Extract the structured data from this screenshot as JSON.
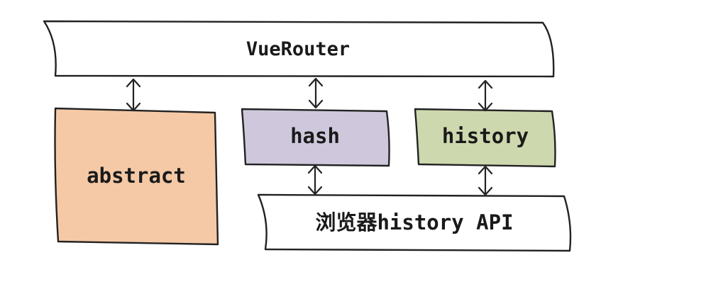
{
  "diagram": {
    "nodes": {
      "vuerouter": {
        "label": "VueRouter",
        "fill": "#ffffff"
      },
      "abstract": {
        "label": "abstract",
        "fill": "#f5c9a6"
      },
      "hash": {
        "label": "hash",
        "fill": "#cfc8dd"
      },
      "history": {
        "label": "history",
        "fill": "#cdd8ae"
      },
      "browser_api": {
        "label": "浏览器history API",
        "fill": "#ffffff"
      }
    },
    "connections": [
      {
        "from": "vuerouter",
        "to": "abstract",
        "type": "bidirectional"
      },
      {
        "from": "vuerouter",
        "to": "hash",
        "type": "bidirectional"
      },
      {
        "from": "vuerouter",
        "to": "history",
        "type": "bidirectional"
      },
      {
        "from": "hash",
        "to": "browser_api",
        "type": "bidirectional"
      },
      {
        "from": "history",
        "to": "browser_api",
        "type": "bidirectional"
      }
    ],
    "stroke_color": "#222222"
  }
}
